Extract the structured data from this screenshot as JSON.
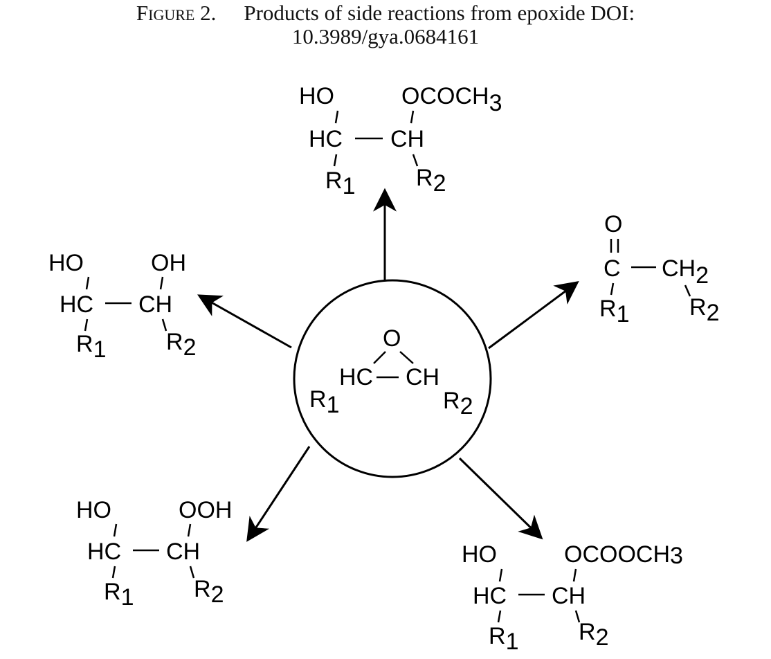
{
  "caption": {
    "label": "Figure 2.",
    "text": "Products of side reactions from epoxide DOI:",
    "doi": "10.3989/gya.0684161"
  },
  "center": {
    "O": "O",
    "HC": "HC",
    "CH": "CH",
    "R1": "R",
    "R1_sub": "1",
    "R2": "R",
    "R2_sub": "2"
  },
  "top": {
    "HO": "HO",
    "sub_group": "OCOCH",
    "sub_group_sub": "3",
    "HC": "HC",
    "CH": "CH",
    "R1": "R",
    "R1_sub": "1",
    "R2": "R",
    "R2_sub": "2"
  },
  "left": {
    "HO": "HO",
    "sub_group": "OH",
    "HC": "HC",
    "CH": "CH",
    "R1": "R",
    "R1_sub": "1",
    "R2": "R",
    "R2_sub": "2"
  },
  "right": {
    "O": "O",
    "C": "C",
    "CH2": "CH",
    "CH2_sub": "2",
    "R1": "R",
    "R1_sub": "1",
    "R2": "R",
    "R2_sub": "2"
  },
  "bottom_left": {
    "HO": "HO",
    "sub_group": "OOH",
    "HC": "HC",
    "CH": "CH",
    "R1": "R",
    "R1_sub": "1",
    "R2": "R",
    "R2_sub": "2"
  },
  "bottom_right": {
    "HO": "HO",
    "sub_group": "OCOOCH",
    "sub_group_sub": "3",
    "HC": "HC",
    "CH": "CH",
    "R1": "R",
    "R1_sub": "1",
    "R2": "R",
    "R2_sub": "2"
  }
}
